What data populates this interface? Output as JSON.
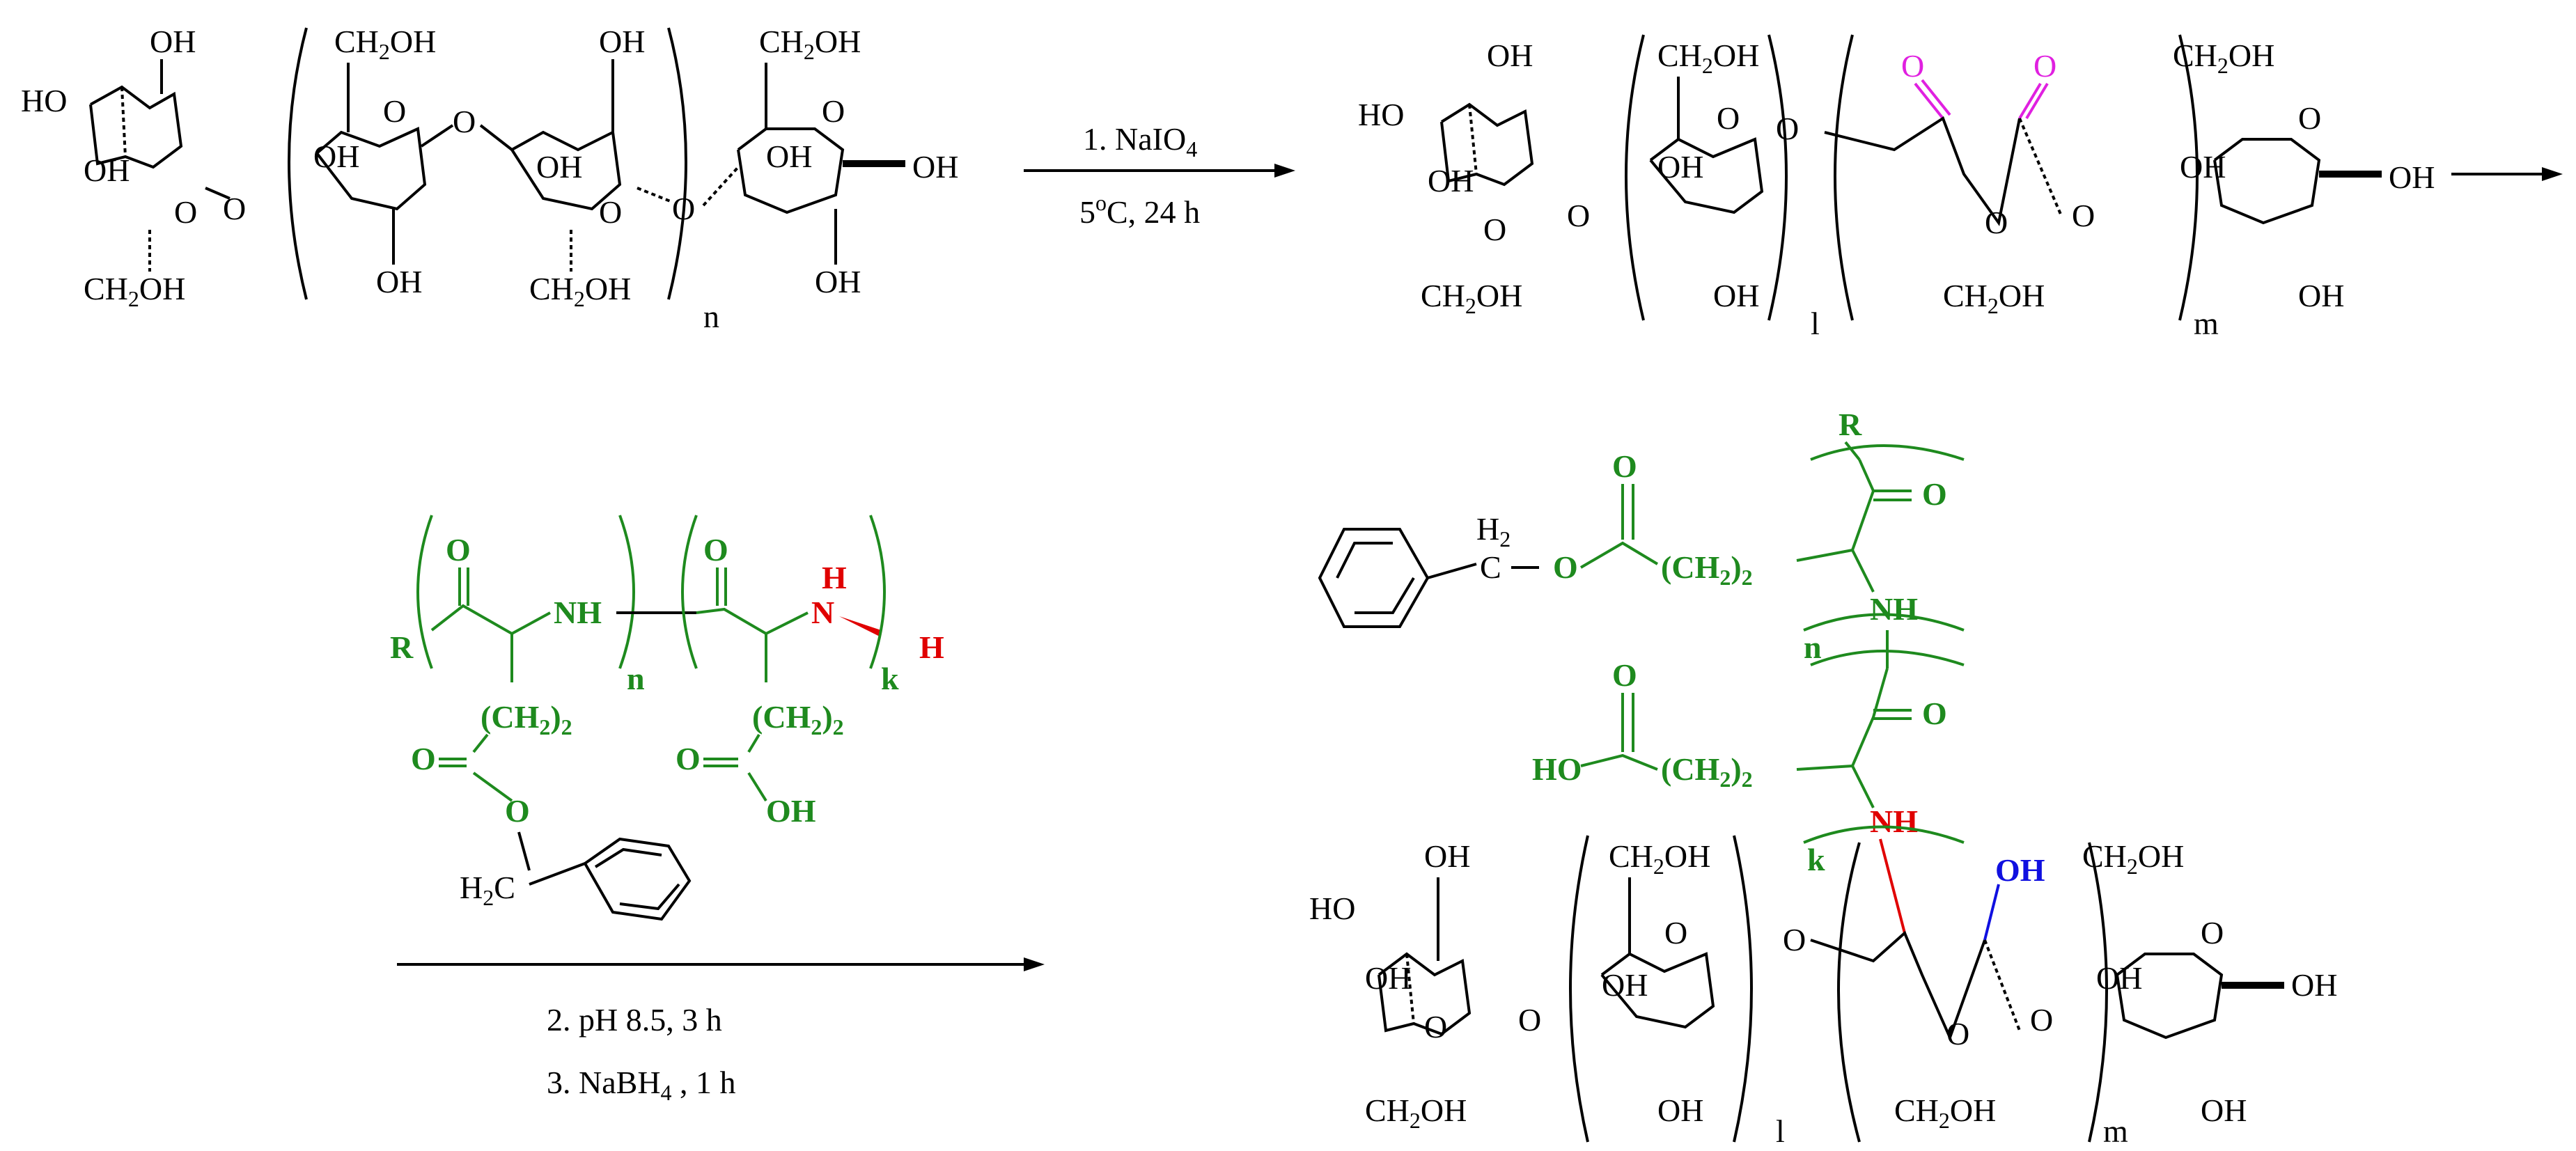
{
  "colors": {
    "black": "#000000",
    "green": "#1e8a1e",
    "red": "#e00000",
    "blue": "#1010e0",
    "magenta": "#e020e0"
  },
  "step1": {
    "reagent": "1. NaIO",
    "reagent_sub": "4",
    "conditions": "5",
    "conditions_sup": "o",
    "conditions_rest": "C, 24 h"
  },
  "step2": {
    "line1": "2. pH 8.5, 3 h",
    "line2_main": "3. NaBH",
    "line2_sub": "4",
    "line2_rest": " , 1 h"
  },
  "labels": {
    "OH": "OH",
    "HO": "HO",
    "O": "O",
    "CH2OH_a": "CH",
    "CH2OH_sub": "2",
    "CH2OH_b": "OH",
    "n": "n",
    "l": "l",
    "m": "m",
    "k": "k",
    "R": "R",
    "NH": "NH",
    "N": "N",
    "H": "H",
    "CH2_paren_a": "(CH",
    "CH2_paren_sub": "2",
    "CH2_paren_b": ")",
    "CH2_paren_sub2": "2",
    "H2C_a": "H",
    "H2C_sub": "2",
    "H2C_b": "C",
    "C": "C"
  }
}
